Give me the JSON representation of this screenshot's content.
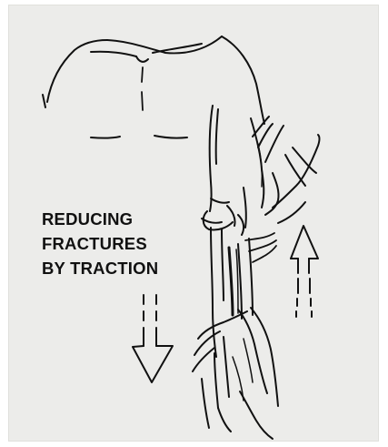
{
  "caption": {
    "line1": "REDUCING",
    "line2": "FRACTURES",
    "line3": "BY TRACTION"
  },
  "colors": {
    "paper": "#ececea",
    "ink": "#111111"
  }
}
